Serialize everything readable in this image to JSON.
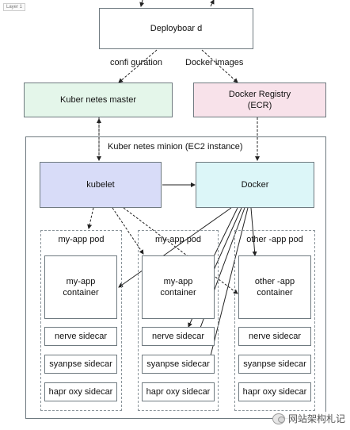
{
  "layer": "Layer 1",
  "nodes": {
    "deployboard": "Deployboar d",
    "master": "Kuber netes master",
    "registry": "Docker Registry\n(ECR)",
    "minion": "Kuber netes minion (EC2 instance)",
    "kubelet": "kubelet",
    "docker": "Docker"
  },
  "edge_labels": {
    "configuration": "confi guration",
    "docker_images": "Docker images"
  },
  "pods": [
    {
      "title": "my-app pod",
      "container": "my-app\ncontainer",
      "sidecars": [
        "nerve sidecar",
        "syanpse sidecar",
        "hapr oxy sidecar"
      ]
    },
    {
      "title": "my-app pod",
      "container": "my-app\ncontainer",
      "sidecars": [
        "nerve sidecar",
        "syanpse sidecar",
        "hapr oxy sidecar"
      ]
    },
    {
      "title": "other -app pod",
      "container": "other -app\ncontainer",
      "sidecars": [
        "nerve sidecar",
        "syanpse sidecar",
        "hapr oxy sidecar"
      ]
    }
  ],
  "colors": {
    "master_fill": "#e4f6ea",
    "registry_fill": "#f8e2ea",
    "kubelet_fill": "#d8dcf8",
    "docker_fill": "#dcf6f8",
    "border": "#6f7a80"
  },
  "watermark": "网站架构札记"
}
